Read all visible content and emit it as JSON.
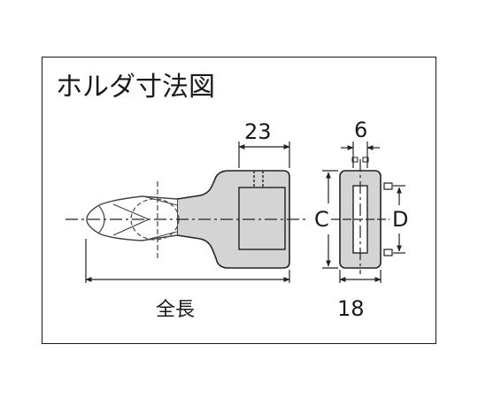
{
  "title": "ホルダ寸法図",
  "dimensions": {
    "width_top": "23",
    "width_slot": "6",
    "height_c": "C",
    "height_d": "D",
    "overall_length": "全長",
    "side_width": "18"
  },
  "colors": {
    "body_fill": "#d4d4d4",
    "line": "#222222",
    "frame": "#1a1a1a"
  }
}
